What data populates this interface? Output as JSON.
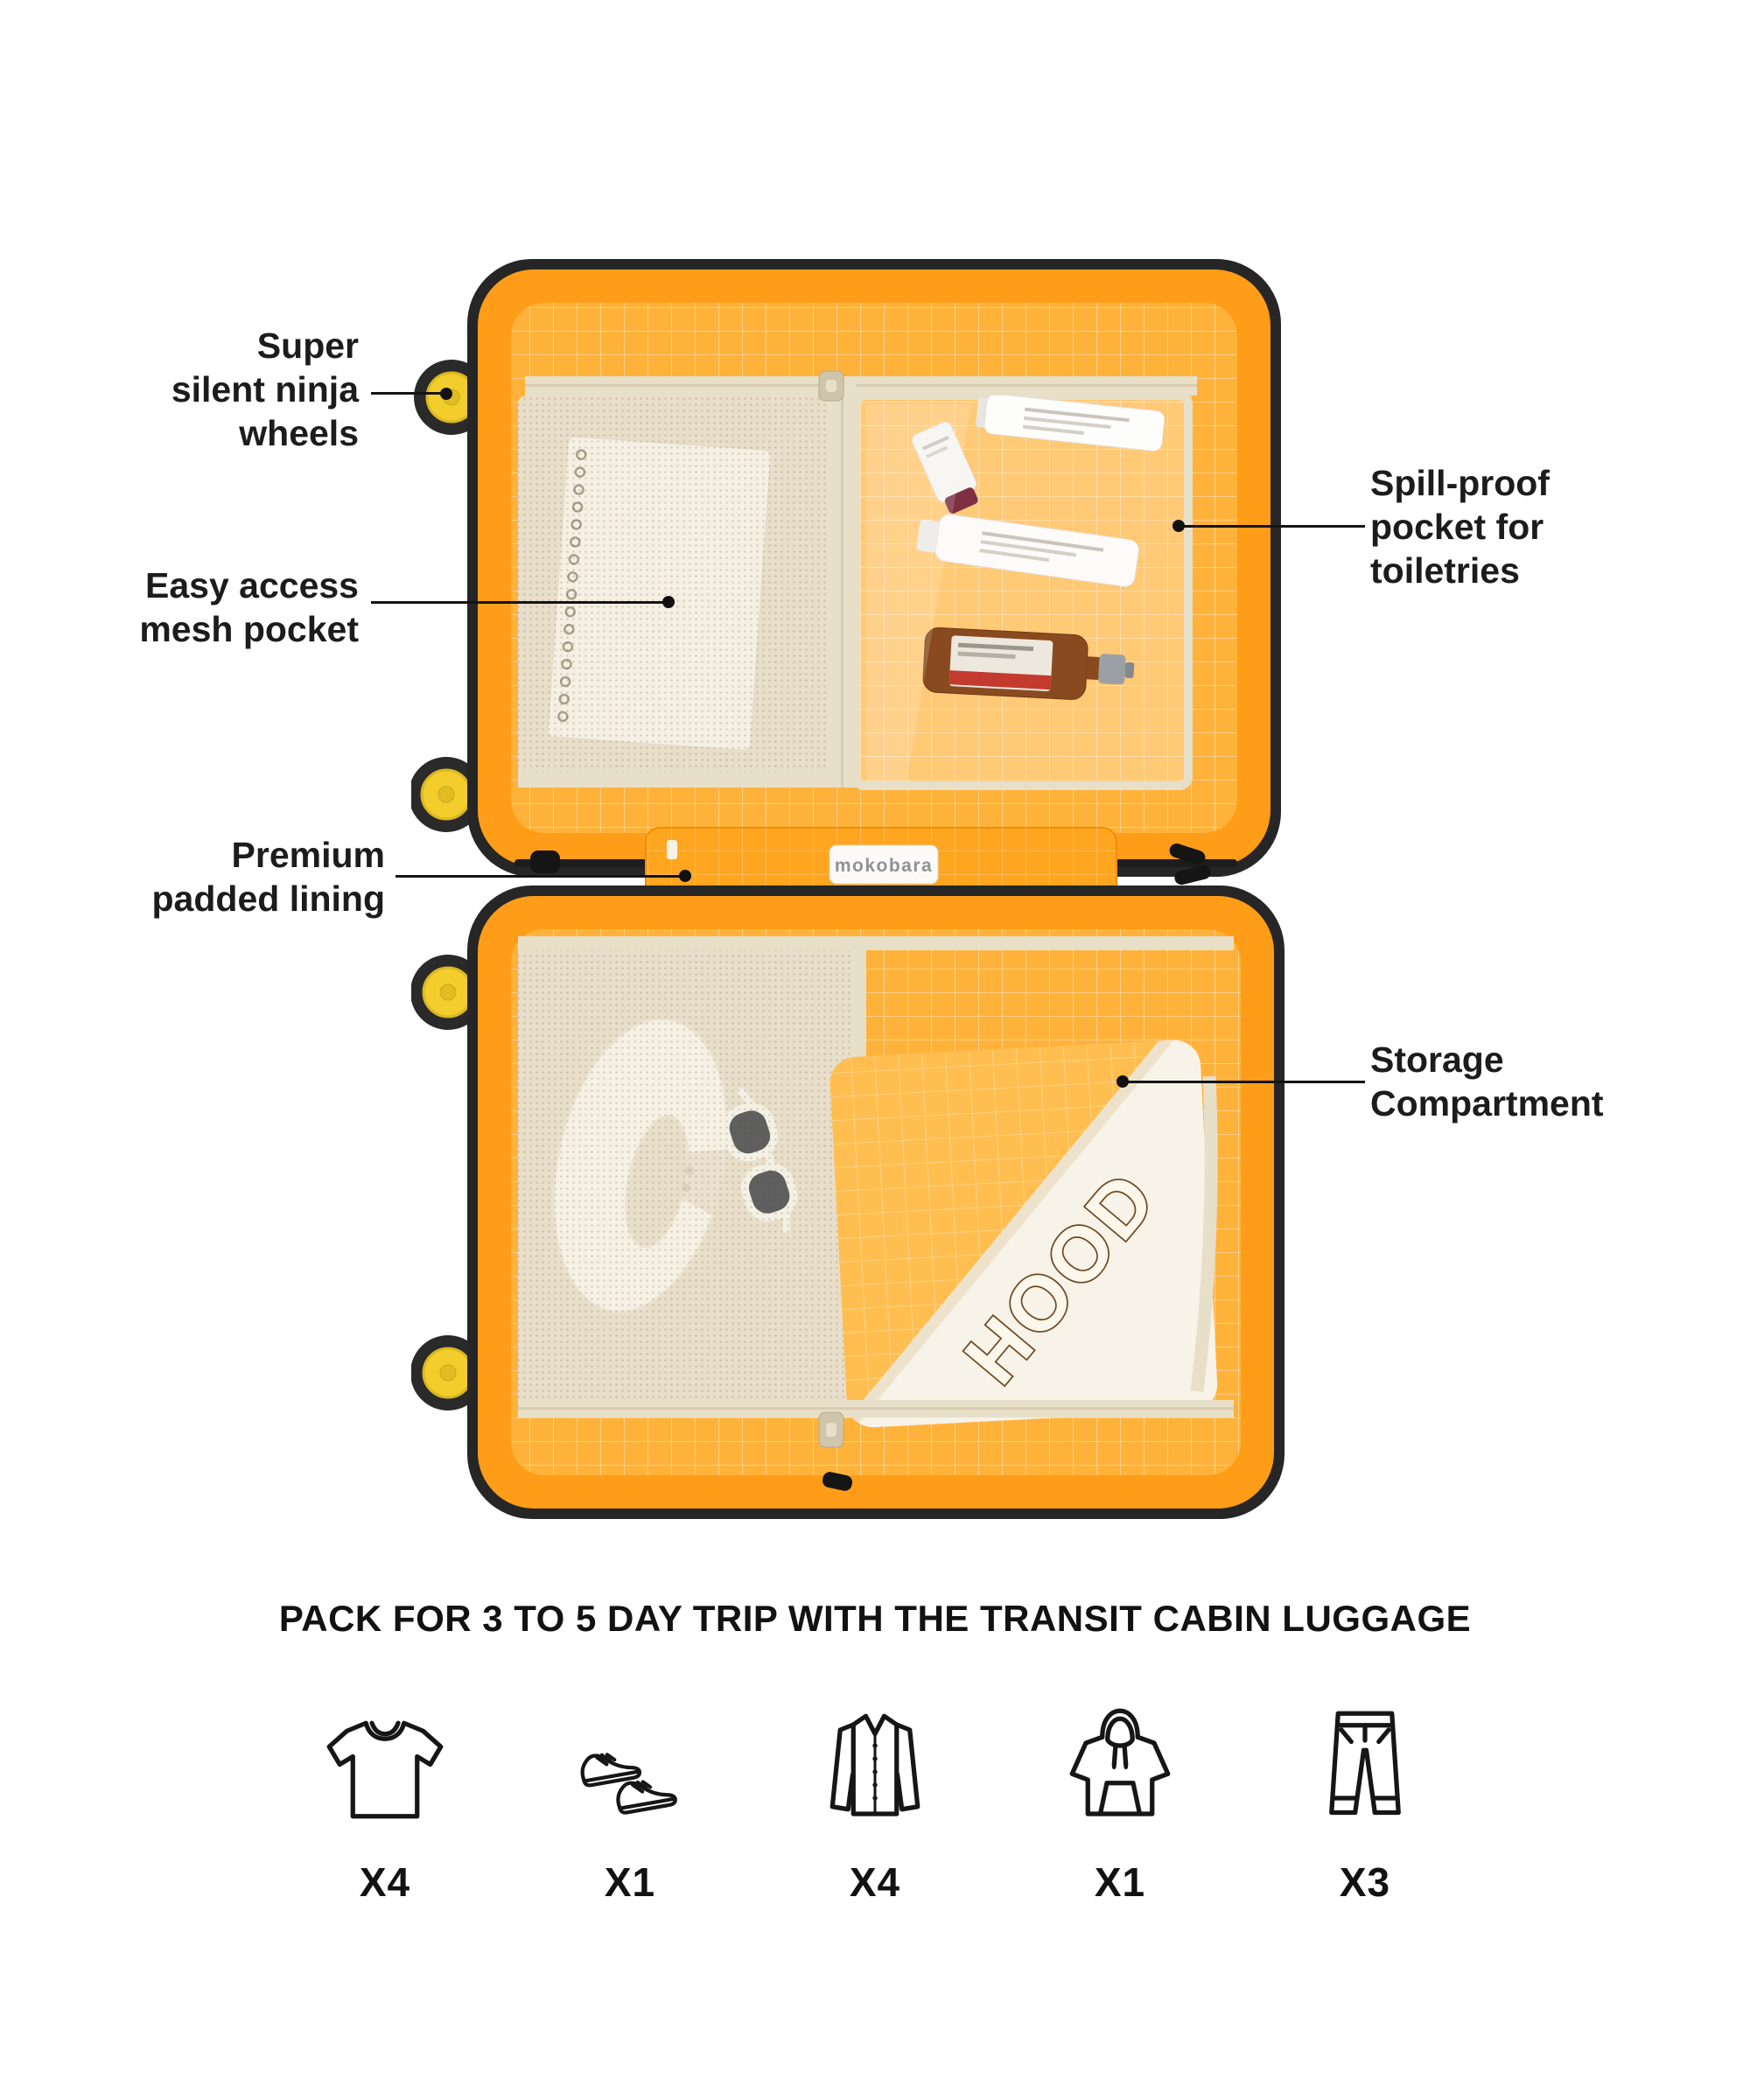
{
  "theme": {
    "background": "#ffffff",
    "shell_color": "#262626",
    "frame_orange": "#FF9D18",
    "lining_orange": "#FFB23A",
    "tape_beige": "#E8DFC9",
    "mesh_beige": "#E9DECA",
    "wheel_yellow": "#F2CD2B",
    "bottle_amber": "#8A4A20",
    "text_color": "#1c1c1c"
  },
  "callouts": {
    "wheels": {
      "lines": [
        "Super",
        "silent ninja",
        "wheels"
      ]
    },
    "mesh_pocket": {
      "lines": [
        "Easy access",
        "mesh pocket"
      ]
    },
    "padded_lining": {
      "lines": [
        "Premium",
        "padded lining"
      ]
    },
    "spill_proof": {
      "lines": [
        "Spill-proof",
        "pocket for",
        "toiletries"
      ]
    },
    "storage": {
      "lines": [
        "Storage",
        "Compartment"
      ]
    }
  },
  "suitcase": {
    "brand_label": "mokobara",
    "garment_text": "HOOD"
  },
  "packing_guide": {
    "heading": "PACK FOR 3 TO 5 DAY TRIP WITH THE TRANSIT CABIN LUGGAGE",
    "items": [
      {
        "icon": "tshirt-icon",
        "count": "X4"
      },
      {
        "icon": "sneakers-icon",
        "count": "X1"
      },
      {
        "icon": "shirt-icon",
        "count": "X4"
      },
      {
        "icon": "hoodie-icon",
        "count": "X1"
      },
      {
        "icon": "pants-icon",
        "count": "X3"
      }
    ]
  }
}
